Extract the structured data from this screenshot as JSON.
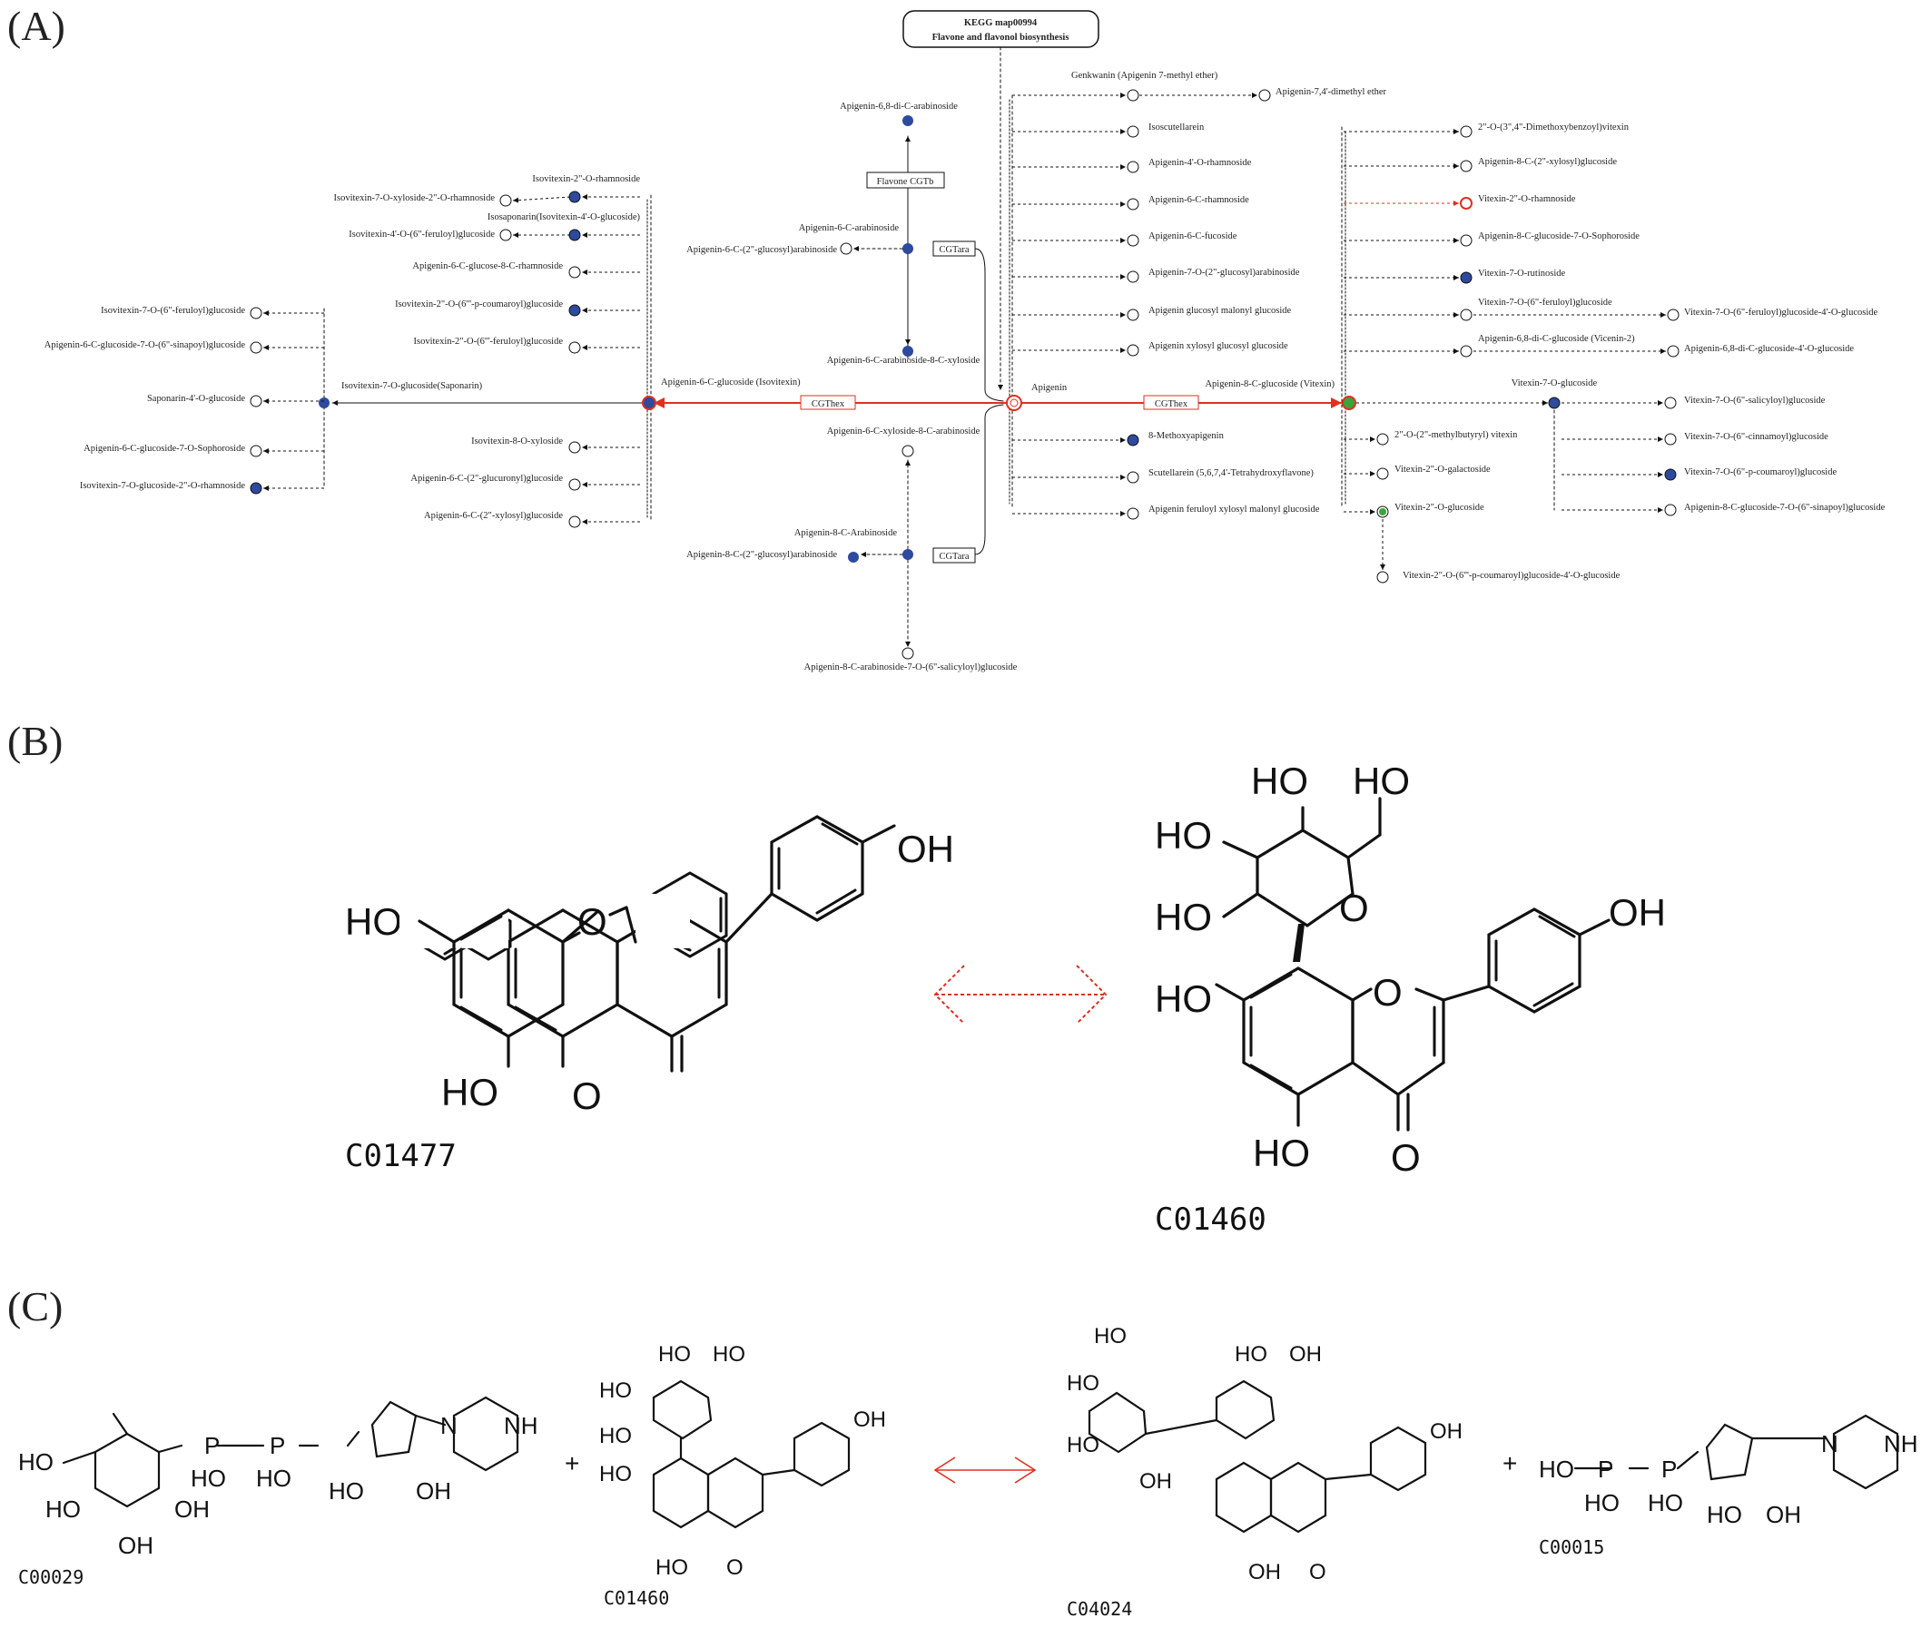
{
  "panels": {
    "a": "(A)",
    "b": "(B)",
    "c": "(C)"
  },
  "kegg": {
    "line1": "KEGG map00994",
    "line2": "Flavone and flavonol biosynthesis"
  },
  "enzymes": {
    "cgthex": "CGThex",
    "cgtara": "CGTara",
    "flavone_cgtb": "Flavone CGTb"
  },
  "center": {
    "apigenin": "Apigenin"
  },
  "top_branch": {
    "arabinoside": "Apigenin-6-C-arabinoside",
    "di_arabinoside": "Apigenin-6,8-di-C-arabinoside",
    "glucosyl_arabinoside": "Apigenin-6-C-(2\"-glucosyl)arabinoside",
    "arab_xyloside": "Apigenin-6-C-arabinoside-8-C-xyloside"
  },
  "bottom_branch": {
    "xyl_arab": "Apigenin-6-C-xyloside-8-C-arabinoside",
    "arabinoside8": "Apigenin-8-C-Arabinoside",
    "glucosyl_arab8": "Apigenin-8-C-(2\"-glucosyl)arabinoside",
    "salicyloyl": "Apigenin-8-C-arabinoside-7-O-(6\"-salicyloyl)glucoside"
  },
  "isovitexin": "Apigenin-6-C-glucoside (Isovitexin)",
  "isovitexin_products": [
    "Isovitexin-2\"-O-rhamnoside",
    "Isosaponarin(Isovitexin-4'-O-glucoside)",
    "Apigenin-6-C-glucose-8-C-rhamnoside",
    "Isovitexin-2\"-O-(6'''-p-coumaroyl)glucoside",
    "Isovitexin-2\"-O-(6'''-feruloyl)glucoside",
    "Isovitexin-8-O-xyloside",
    "Apigenin-6-C-(2\"-glucuronyl)glucoside",
    "Apigenin-6-C-(2\"-xylosyl)glucoside"
  ],
  "isovitexin_side": [
    "Isovitexin-7-O-xyloside-2\"-O-rhamnoside",
    "Isovitexin-4'-O-(6\"-feruloyl)glucoside"
  ],
  "saponarin": "Isovitexin-7-O-glucoside(Saponarin)",
  "saponarin_products": [
    "Isovitexin-7-O-(6\"-feruloyl)glucoside",
    "Apigenin-6-C-glucoside-7-O-(6\"-sinapoyl)glucoside",
    "Saponarin-4'-O-glucoside",
    "Apigenin-6-C-glucoside-7-O-Sophoroside",
    "Isovitexin-7-O-glucoside-2\"-O-rhamnoside"
  ],
  "apigenin_products": [
    "Genkwanin (Apigenin 7-methyl ether)",
    "Isoscutellarein",
    "Apigenin-4'-O-rhamnoside",
    "Apigenin-6-C-rhamnoside",
    "Apigenin-6-C-fucoside",
    "Apigenin-7-O-(2\"-glucosyl)arabinoside",
    "Apigenin glucosyl malonyl glucoside",
    "Apigenin xylosyl glucosyl glucoside",
    "8-Methoxyapigenin",
    "Scutellarein (5,6,7,4'-Tetrahydroxyflavone)",
    "Apigenin feruloyl xylosyl malonyl glucoside"
  ],
  "dimethyl": "Apigenin-7,4'-dimethyl ether",
  "vitexin": "Apigenin-8-C-glucoside (Vitexin)",
  "vitexin_products": [
    "2\"-O-(3\",4\"-Dimethoxybenzoyl)vitexin",
    "Apigenin-8-C-(2\"-xylosyl)glucoside",
    "Vitexin-2\"-O-rhamnoside",
    "Apigenin-8-C-glucoside-7-O-Sophoroside",
    "Vitexin-7-O-rutinoside",
    "Vitexin-7-O-(6\"-feruloyl)glucoside",
    "Apigenin-6,8-di-C-glucoside (Vicenin-2)",
    "2\"-O-(2\"-methylbutyryl) vitexin",
    "Vitexin-2\"-O-galactoside",
    "Vitexin-2\"-O-glucoside"
  ],
  "vitexin_far": [
    "Vitexin-7-O-(6\"-feruloyl)glucoside-4'-O-glucoside",
    "Apigenin-6,8-di-C-glucoside-4'-O-glucoside"
  ],
  "vitexin_glucoside_label": "Vitexin-2\"-O-(6'''-p-coumaroyl)glucoside-4'-O-glucoside",
  "v7g": "Vitexin-7-O-glucoside",
  "v7g_products": [
    "Vitexin-7-O-(6\"-salicyloyl)glucoside",
    "Vitexin-7-O-(6\"-cinnamoyl)glucoside",
    "Vitexin-7-O-(6\"-p-coumaroyl)glucoside",
    "Apigenin-8-C-glucoside-7-O-(6\"-sinapoyl)glucoside"
  ],
  "compounds": {
    "c01477": "C01477",
    "c01460": "C01460",
    "c00029": "C00029",
    "c04024": "C04024",
    "c00015": "C00015"
  },
  "atoms": {
    "ho": "HO",
    "oh": "OH",
    "o": "O",
    "p": "P",
    "nh": "NH",
    "n": "N",
    "plus": "+"
  },
  "colors": {
    "node_filled": "#2e4a9e",
    "node_green": "#3aa53a",
    "reaction": "#e0301e",
    "line": "#111111"
  }
}
